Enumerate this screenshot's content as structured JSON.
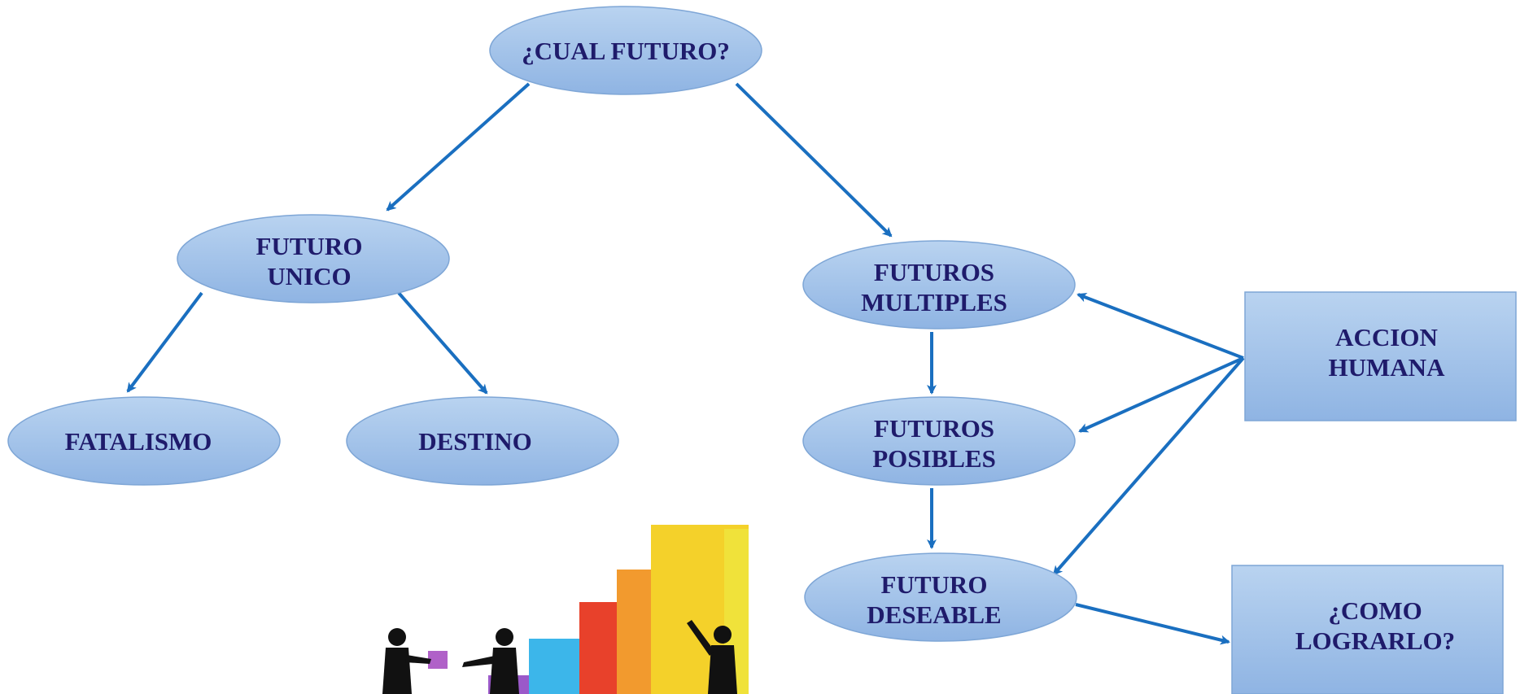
{
  "nodes": {
    "root": {
      "lines": [
        "¿CUAL FUTURO?"
      ]
    },
    "futuro_unico": {
      "lines": [
        "FUTURO",
        "UNICO"
      ]
    },
    "fatalismo": {
      "lines": [
        "FATALISMO"
      ]
    },
    "destino": {
      "lines": [
        "DESTINO"
      ]
    },
    "futuros_multiples": {
      "lines": [
        "FUTUROS",
        "MULTIPLES"
      ]
    },
    "futuros_posibles": {
      "lines": [
        "FUTUROS",
        "POSIBLES"
      ]
    },
    "futuro_deseable": {
      "lines": [
        "FUTURO",
        "DESEABLE"
      ]
    },
    "accion_humana": {
      "lines": [
        "ACCION",
        "HUMANA"
      ]
    },
    "como_lograrlo": {
      "lines": [
        "¿COMO",
        "LOGRARLO?"
      ]
    }
  },
  "colors": {
    "node_fill_top": "#b9d3f0",
    "node_fill_bottom": "#8fb4e3",
    "node_stroke": "#7ea6d6",
    "arrow": "#1a6fc0",
    "text": "#1f1b6b"
  }
}
